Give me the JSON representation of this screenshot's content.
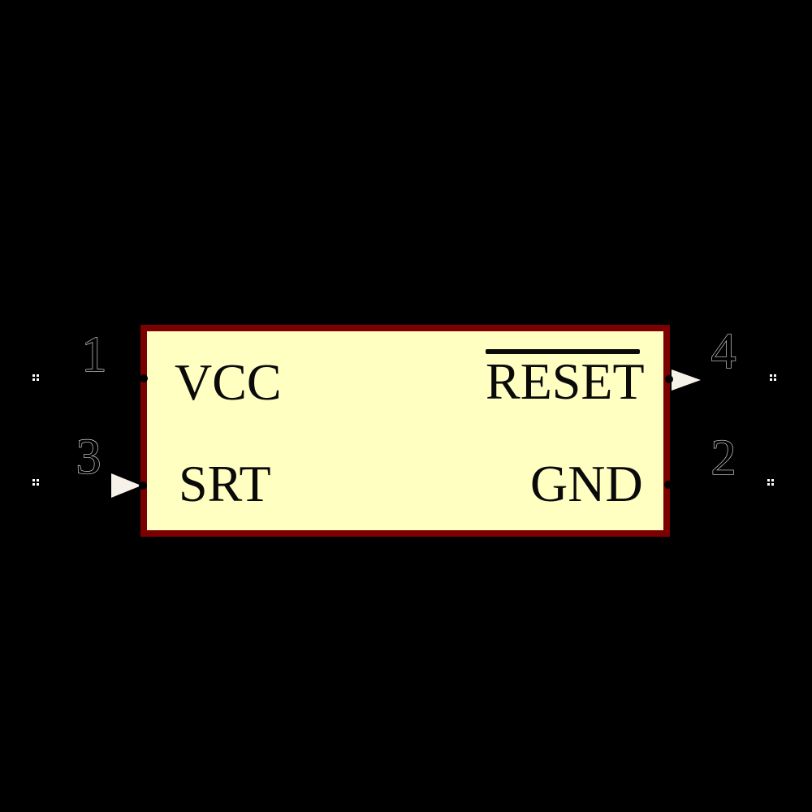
{
  "background_color": "#000000",
  "symbol": {
    "colors": {
      "body_fill": "#FFFFC2",
      "body_border": "#7B0000",
      "label_text": "#0A0A0A",
      "overline": "#0A0A0A",
      "number_fill": "#000000",
      "number_outline": "#D9D9D9",
      "triangle": "#F7F2E9",
      "connection_dot": "#000000",
      "endpoint_marker": "#FFFFFF"
    },
    "pins": {
      "vcc": {
        "name": "VCC",
        "number": "1",
        "side": "left"
      },
      "srt": {
        "name": "SRT",
        "number": "3",
        "side": "left"
      },
      "reset": {
        "name": "RESET",
        "number": "4",
        "side": "right"
      },
      "gnd": {
        "name": "GND",
        "number": "2",
        "side": "right"
      }
    }
  }
}
